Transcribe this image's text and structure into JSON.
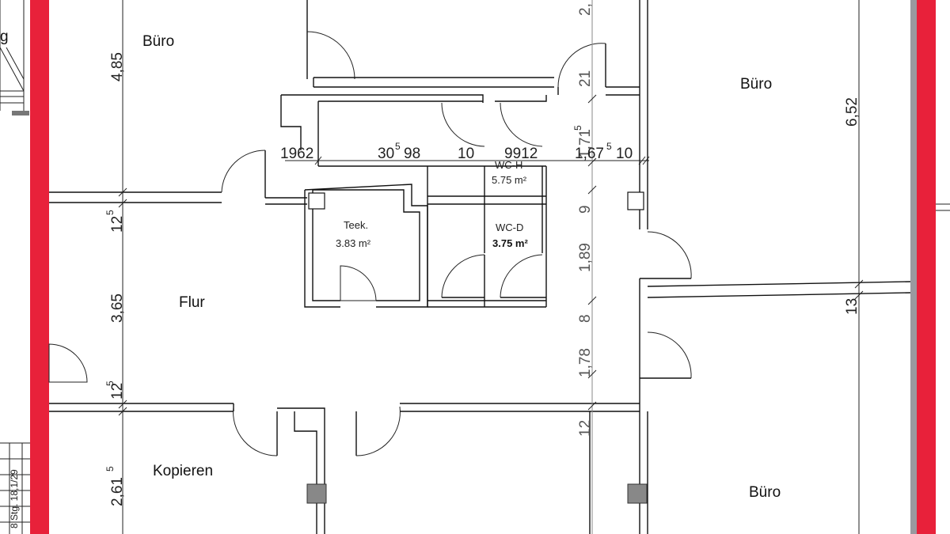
{
  "colors": {
    "outer_wall": "#e8213a",
    "outer_wall_gray": "#9a9aa0",
    "column": "#888888"
  },
  "rooms": {
    "buero_tl": "Büro",
    "buero_tr": "Büro",
    "buero_br": "Büro",
    "flur": "Flur",
    "kopieren": "Kopieren",
    "teek_name": "Teek.",
    "teek_area": "3.83 m²",
    "wch_name": "WC-H",
    "wch_area": "5.75 m²",
    "wcd_name": "WC-D",
    "wcd_area": "3.75 m²"
  },
  "dims": {
    "left_485": "4,85",
    "left_125a": "12",
    "left_125a_sup": "5",
    "left_365": "3,65",
    "left_125b": "12",
    "left_125b_sup": "5",
    "left_261": "2,61",
    "left_261_sup": "5",
    "mid_2": "2,",
    "mid_21": "21",
    "mid_171": "1,71",
    "mid_171_sup": "5",
    "mid_9": "9",
    "mid_189": "1,89",
    "mid_8": "8",
    "mid_178": "1,78",
    "mid_12": "12",
    "right_652": "6,52",
    "right_13": "13",
    "h_1962": "1962",
    "h_30": "30",
    "h_30_sup": "5",
    "h_98": "98",
    "h_10a": "10",
    "h_9912": "9912",
    "h_167": "1,67",
    "h_167_sup": "5",
    "h_10b": "10"
  },
  "stair_text": "8 Stg. 18,1/29",
  "left_edge_char": "g"
}
